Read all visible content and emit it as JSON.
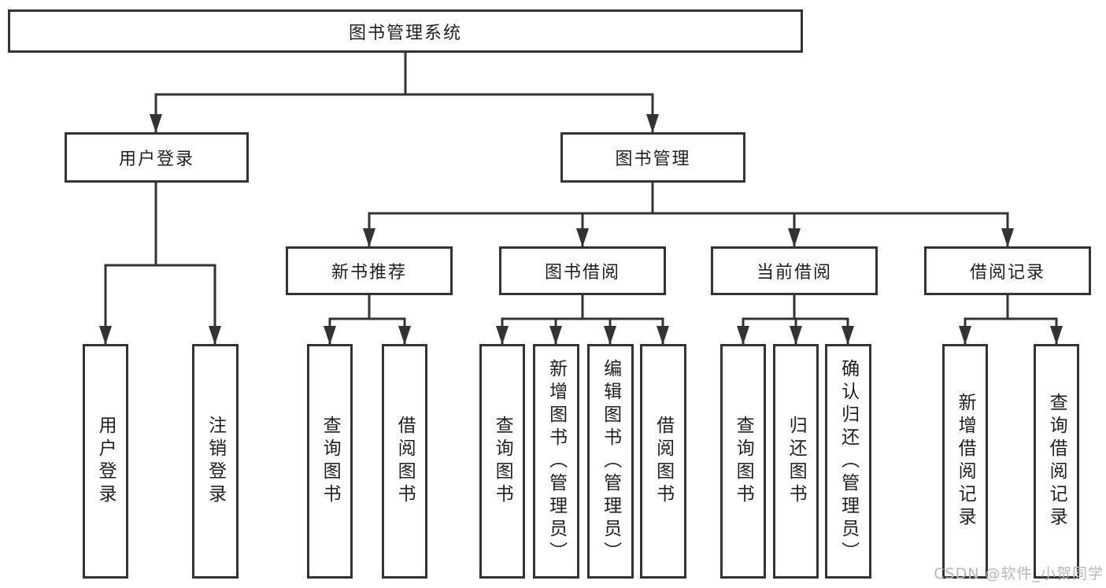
{
  "tree": {
    "label": "图书管理系统",
    "children": [
      {
        "label": "用户登录",
        "children": [
          {
            "label": "用户登录"
          },
          {
            "label": "注销登录"
          }
        ]
      },
      {
        "label": "图书管理",
        "children": [
          {
            "label": "新书推荐",
            "children": [
              {
                "label": "查询图书"
              },
              {
                "label": "借阅图书"
              }
            ]
          },
          {
            "label": "图书借阅",
            "children": [
              {
                "label": "查询图书"
              },
              {
                "label": "新增图书（管理员）"
              },
              {
                "label": "编辑图书（管理员）"
              },
              {
                "label": "借阅图书"
              }
            ]
          },
          {
            "label": "当前借阅",
            "children": [
              {
                "label": "查询图书"
              },
              {
                "label": "归还图书"
              },
              {
                "label": "确认归还（管理员）"
              }
            ]
          },
          {
            "label": "借阅记录",
            "children": [
              {
                "label": "新增借阅记录"
              },
              {
                "label": "查询借阅记录"
              }
            ]
          }
        ]
      }
    ]
  },
  "watermark": {
    "text": "CSDN @软件_小贺同学"
  },
  "colors": {
    "line": "#333333",
    "text": "#1f1f1f",
    "watermark": "#b7b7b7",
    "background": "#ffffff"
  }
}
